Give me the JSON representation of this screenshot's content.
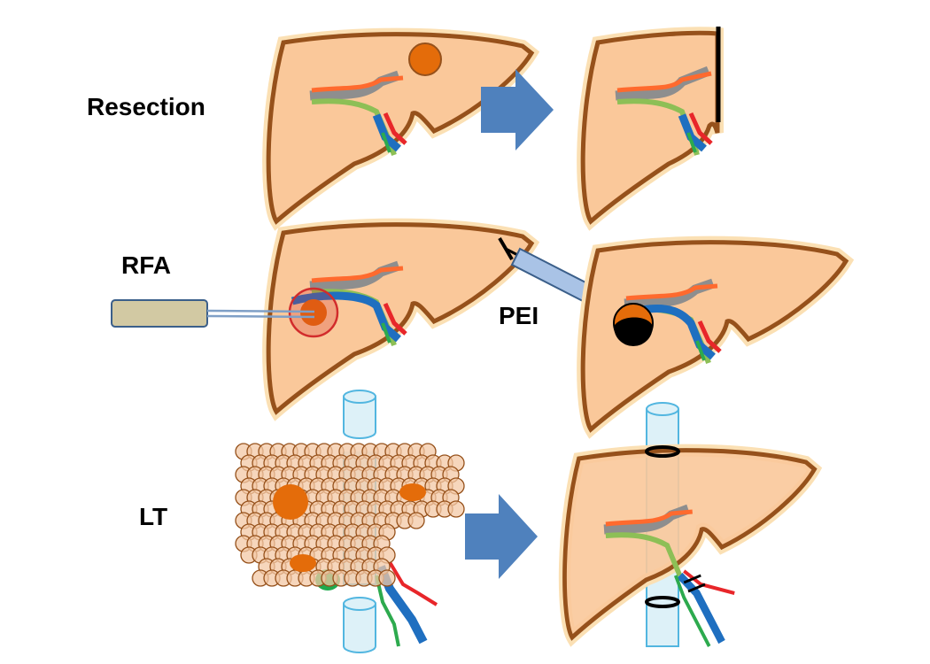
{
  "labels": {
    "resection": "Resection",
    "rfa": "RFA",
    "pei": "PEI",
    "lt": "LT"
  },
  "colors": {
    "liver_fill": "#FAC89A",
    "liver_outline": "#96511B",
    "liver_glow": "#FBE0B4",
    "tumor": "#E46C0A",
    "arrow": "#4F81BD",
    "portal_vein": "#1F6FC0",
    "hepatic_artery": "#E8262A",
    "bile_duct": "#2DAA4E",
    "vessel_gray": "#8E8E8E",
    "vessel_orange": "#FF6A2E",
    "vessel_green": "#8DBF56",
    "cirrhotic_nodule": "#F3C8A5",
    "vena_cava": "#DDF1F8",
    "vena_cava_outline": "#52B6E0",
    "rfa_handle": "#D2C9A3",
    "ablation_zone": "#D22C2C",
    "syringe": "#A9C3E6",
    "ethanol": "#000000"
  }
}
